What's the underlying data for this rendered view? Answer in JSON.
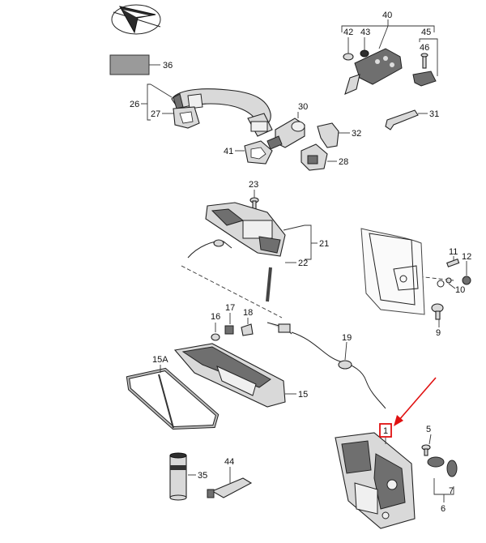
{
  "diagram": {
    "callouts": [
      {
        "id": "40",
        "text": "40"
      },
      {
        "id": "42",
        "text": "42"
      },
      {
        "id": "43",
        "text": "43"
      },
      {
        "id": "45",
        "text": "45"
      },
      {
        "id": "46",
        "text": "46"
      },
      {
        "id": "36",
        "text": "36"
      },
      {
        "id": "26",
        "text": "26"
      },
      {
        "id": "27",
        "text": "27"
      },
      {
        "id": "30",
        "text": "30"
      },
      {
        "id": "32",
        "text": "32"
      },
      {
        "id": "41",
        "text": "41"
      },
      {
        "id": "28",
        "text": "28"
      },
      {
        "id": "31",
        "text": "31"
      },
      {
        "id": "23",
        "text": "23"
      },
      {
        "id": "21",
        "text": "21"
      },
      {
        "id": "22",
        "text": "22"
      },
      {
        "id": "11",
        "text": "11"
      },
      {
        "id": "12",
        "text": "12"
      },
      {
        "id": "10",
        "text": "10"
      },
      {
        "id": "9",
        "text": "9"
      },
      {
        "id": "16",
        "text": "16"
      },
      {
        "id": "17",
        "text": "17"
      },
      {
        "id": "18",
        "text": "18"
      },
      {
        "id": "19",
        "text": "19"
      },
      {
        "id": "15A",
        "text": "15A"
      },
      {
        "id": "15",
        "text": "15"
      },
      {
        "id": "1",
        "text": "1"
      },
      {
        "id": "5",
        "text": "5"
      },
      {
        "id": "7",
        "text": "7"
      },
      {
        "id": "6",
        "text": "6"
      },
      {
        "id": "35",
        "text": "35"
      },
      {
        "id": "44",
        "text": "44"
      }
    ],
    "highlight": {
      "part": "1",
      "color": "#e01010"
    }
  }
}
